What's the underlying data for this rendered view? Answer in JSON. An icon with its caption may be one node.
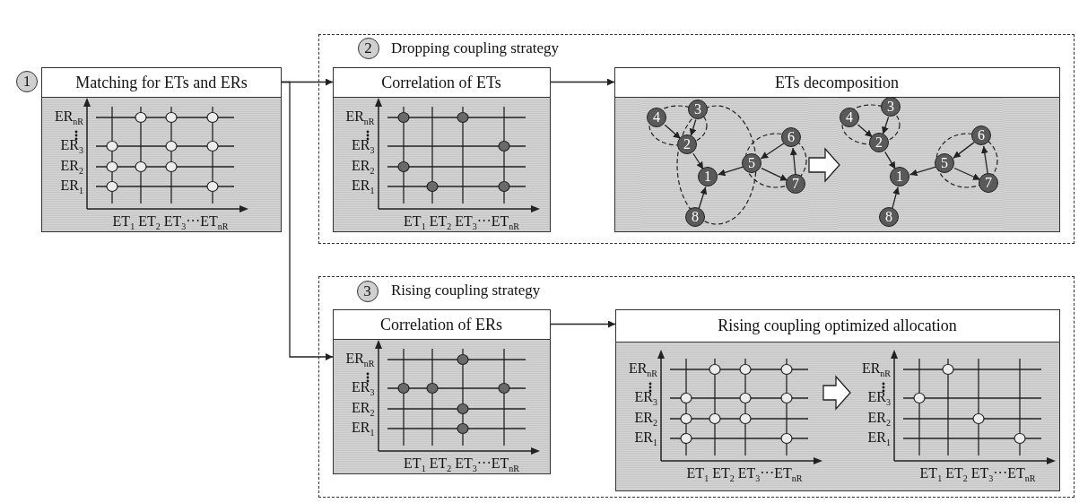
{
  "diagram": {
    "nodes": [
      {
        "text": [
          "1"
        ]
      },
      {
        "text": [
          "Matching for ETs and ERs",
          "ER$_{nR}$",
          "ER$_{3}$",
          "ER$_{2}$",
          "ER$_{1}$",
          "ET$_{1}$ ET$_{2}$ ET$_{3}$···ET$_{nR}$"
        ]
      },
      {
        "text": [
          "Dropping coupling strategy"
        ]
      },
      {
        "text": [
          "2"
        ],
        "in": 2
      },
      {
        "text": [
          "Correlation of ETs",
          "ER$_{nR}$",
          "ER$_{3}$",
          "ER$_{2}$",
          "ER$_{1}$",
          "ET$_{1}$ ET$_{2}$ ET$_{3}$···ET$_{nR}$"
        ],
        "in": 2
      },
      {
        "text": [
          "ETs decomposition"
        ],
        "in": 2
      },
      {
        "text": [],
        "shape": "picture",
        "in": 5
      },
      {
        "text": [
          "4"
        ],
        "in": 6
      },
      {
        "text": [
          "3"
        ],
        "in": 6
      },
      {
        "text": [
          "2"
        ],
        "in": 6
      },
      {
        "text": [
          "6"
        ],
        "in": 6
      },
      {
        "text": [
          "5"
        ],
        "in": 6
      },
      {
        "text": [
          "1"
        ],
        "in": 6
      },
      {
        "text": [
          "7"
        ],
        "in": 6
      },
      {
        "text": [
          "8"
        ],
        "in": 6
      },
      {
        "text": [],
        "shape": "picture",
        "in": 5
      },
      {
        "text": [
          "4"
        ],
        "in": 15
      },
      {
        "text": [
          "3"
        ],
        "in": 15
      },
      {
        "text": [
          "2"
        ],
        "in": 15
      },
      {
        "text": [
          "6"
        ],
        "in": 15
      },
      {
        "text": [
          "5"
        ],
        "in": 15
      },
      {
        "text": [
          "1"
        ],
        "in": 15
      },
      {
        "text": [
          "7"
        ],
        "in": 15
      },
      {
        "text": [
          "8"
        ],
        "in": 15
      },
      {
        "text": [
          "Rising coupling strategy"
        ]
      },
      {
        "text": [
          "3"
        ],
        "in": 24
      },
      {
        "text": [
          "Correlation of ERs",
          "ER$_{nR}$",
          "ER$_{3}$",
          "ER$_{2}$",
          "ER$_{1}$",
          "ET$_{1}$ ET$_{2}$ ET$_{3}$···ET$_{nR}$"
        ],
        "in": 24
      },
      {
        "text": [
          "Rising coupling optimized allocation"
        ],
        "in": 24
      },
      {
        "text": [
          "ER$_{nR}$",
          "ER$_{3}$",
          "ER$_{2}$",
          "ER$_{1}$",
          "ET$_{1}$ ET$_{2}$ ET$_{3}$···ET$_{nR}$"
        ],
        "in": 27
      },
      {
        "text": [
          "ER$_{nR}$",
          "ER$_{3}$",
          "ER$_{2}$",
          "ER$_{1}$",
          "ET$_{1}$ ET$_{2}$ ET$_{3}$···ET$_{nR}$"
        ],
        "in": 27
      }
    ],
    "edges": [
      {
        "from": 1,
        "to": 4,
        "arrow": "to"
      },
      {
        "from": 1,
        "to": 26,
        "arrow": "to"
      },
      {
        "from": 4,
        "to": 5,
        "arrow": "to"
      },
      {
        "from": 26,
        "to": 27,
        "arrow": "to"
      },
      {
        "from": 6,
        "to": 15,
        "arrow": "to",
        "style": "thick"
      },
      {
        "from": 28,
        "to": 29,
        "arrow": "to",
        "style": "thick"
      },
      {
        "from": 7,
        "to": 9,
        "arrow": "to"
      },
      {
        "from": 8,
        "to": 9,
        "arrow": "to"
      },
      {
        "from": 9,
        "to": 12,
        "arrow": "to"
      },
      {
        "from": 14,
        "to": 12,
        "arrow": "to"
      },
      {
        "from": 11,
        "to": 12,
        "arrow": "to"
      },
      {
        "from": 10,
        "to": 11,
        "arrow": "to"
      },
      {
        "from": 11,
        "to": 13,
        "arrow": "to"
      },
      {
        "from": 13,
        "to": 10,
        "arrow": "to"
      },
      {
        "from": 16,
        "to": 18,
        "arrow": "to"
      },
      {
        "from": 17,
        "to": 18,
        "arrow": "to"
      },
      {
        "from": 18,
        "to": 21,
        "arrow": "to"
      },
      {
        "from": 23,
        "to": 21,
        "arrow": "to"
      },
      {
        "from": 20,
        "to": 21,
        "arrow": "to"
      },
      {
        "from": 19,
        "to": 20,
        "arrow": "to"
      },
      {
        "from": 20,
        "to": 22,
        "arrow": "to"
      },
      {
        "from": 22,
        "to": 19,
        "arrow": "to"
      }
    ]
  }
}
